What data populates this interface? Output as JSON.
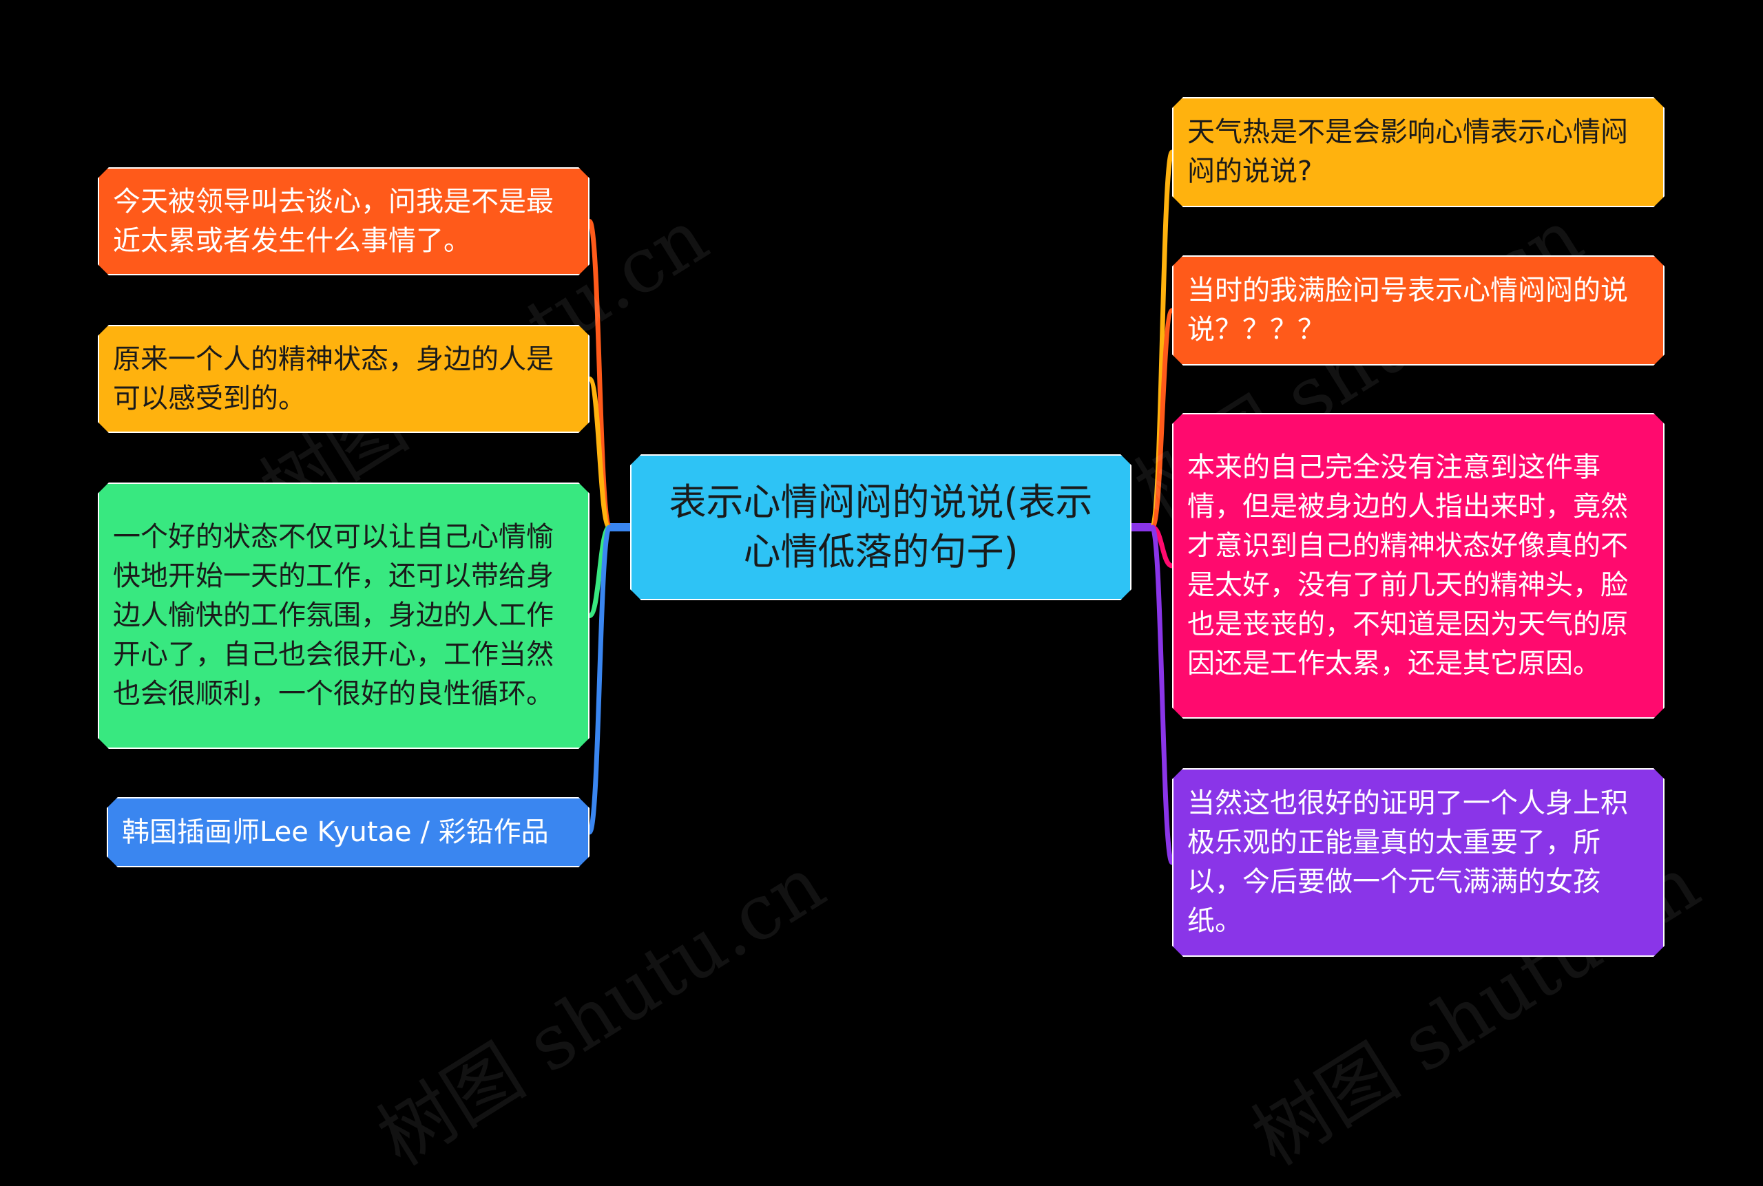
{
  "root": {
    "label": "表示心情闷闷的说说(表示心情低落的句子)",
    "color": "#2ec3f5"
  },
  "left_nodes": [
    {
      "label": "今天被领导叫去谈心，问我是不是最近太累或者发生什么事情了。",
      "color": "#ff5a1a",
      "text_color": "#ffffff"
    },
    {
      "label": "原来一个人的精神状态，身边的人是可以感受到的。",
      "color": "#ffb20e",
      "text_color": "#1a1a1a"
    },
    {
      "label": "一个好的状态不仅可以让自己心情愉快地开始一天的工作，还可以带给身边人愉快的工作氛围，身边的人工作开心了，自己也会很开心，工作当然也会很顺利，一个很好的良性循环。",
      "color": "#38e880",
      "text_color": "#1a1a1a"
    },
    {
      "label": "韩国插画师Lee Kyutae / 彩铅作品",
      "color": "#3a86f0",
      "text_color": "#ffffff"
    }
  ],
  "right_nodes": [
    {
      "label": "天气热是不是会影响心情表示心情闷闷的说说?",
      "color": "#ffb20e",
      "text_color": "#1a1a1a"
    },
    {
      "label": "当时的我满脸问号表示心情闷闷的说说？？？？",
      "color": "#ff5a1a",
      "text_color": "#ffffff"
    },
    {
      "label": "本来的自己完全没有注意到这件事情，但是被身边的人指出来时，竟然才意识到自己的精神状态好像真的不是太好，没有了前几天的精神头，脸也是丧丧的，不知道是因为天气的原因还是工作太累，还是其它原因。",
      "color": "#ff0a6e",
      "text_color": "#ffffff"
    },
    {
      "label": "当然这也很好的证明了一个人身上积极乐观的正能量真的太重要了，所以，今后要做一个元气满满的女孩纸。",
      "color": "#8a35e8",
      "text_color": "#ffffff"
    }
  ],
  "watermark": "树图 shutu.cn"
}
